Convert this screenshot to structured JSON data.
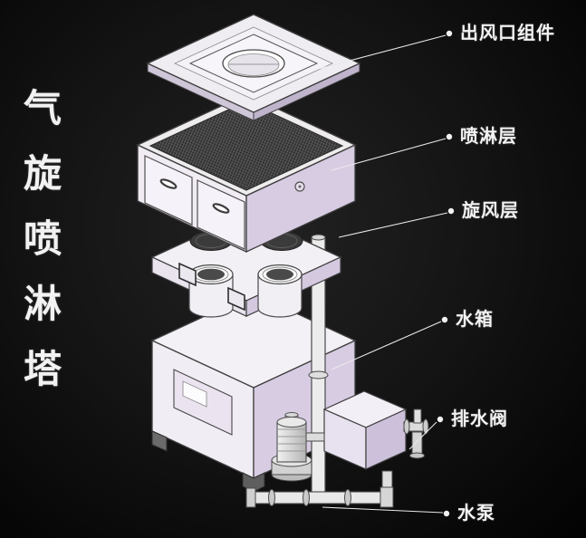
{
  "title": {
    "text": "气旋喷淋塔",
    "chars": [
      "气",
      "旋",
      "喷",
      "淋",
      "塔"
    ]
  },
  "callouts": [
    {
      "id": "air-outlet-assembly",
      "text": "出风口组件"
    },
    {
      "id": "spray-layer",
      "text": "喷淋层"
    },
    {
      "id": "cyclone-layer",
      "text": "旋风层"
    },
    {
      "id": "water-tank",
      "text": "水箱"
    },
    {
      "id": "drain-valve",
      "text": "排水阀"
    },
    {
      "id": "water-pump",
      "text": "水泵"
    }
  ],
  "colors": {
    "background": "#0b0b0b",
    "text": "#f2f2f2",
    "leader_line": "#e9e9e9",
    "machine_light": "#f1edf4",
    "machine_shade": "#d8cce3",
    "mesh_dark": "#3b3b3b",
    "outline": "#3f3f3f"
  }
}
